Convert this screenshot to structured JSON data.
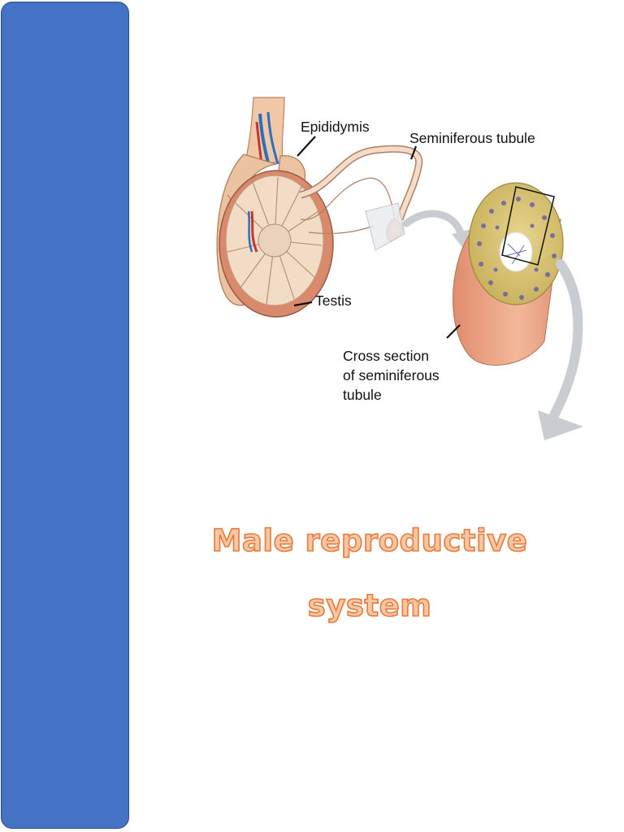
{
  "colors": {
    "side_bar": "#4472c4",
    "title_fill": "#f6c7a3",
    "title_outline": "#e77a3c"
  },
  "figure": {
    "labels": {
      "epididymis": "Epididymis",
      "seminiferous_tubule": "Seminiferous tubule",
      "testis": "Testis",
      "cross_section_line1": "Cross section",
      "cross_section_line2": "of seminiferous",
      "cross_section_line3": "tubule"
    }
  },
  "title": {
    "line1": "Male reproductive",
    "line2": "system"
  }
}
